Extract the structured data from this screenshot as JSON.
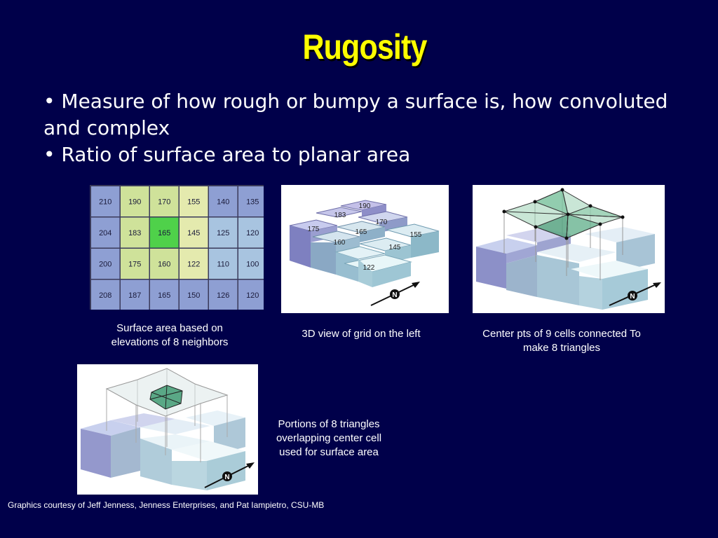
{
  "title": "Rugosity",
  "bullets": [
    "• Measure of how rough or bumpy a surface is, how convoluted and complex",
    "• Ratio of surface area to planar area"
  ],
  "grid": {
    "rows": [
      [
        "210",
        "190",
        "170",
        "155",
        "140",
        "135"
      ],
      [
        "204",
        "183",
        "165",
        "145",
        "125",
        "120"
      ],
      [
        "200",
        "175",
        "160",
        "122",
        "110",
        "100"
      ],
      [
        "208",
        "187",
        "165",
        "150",
        "126",
        "120"
      ]
    ],
    "colors": {
      "blue": "#8e9fd3",
      "lightblue": "#a8c4e0",
      "yellowgreen": "#cfe29a",
      "paleyellow": "#e4eaae",
      "green": "#4fd14a"
    }
  },
  "view3d": {
    "labels": [
      "190",
      "183",
      "170",
      "175",
      "165",
      "155",
      "160",
      "145",
      "122"
    ],
    "north": "N"
  },
  "triangles_view": {
    "north": "N"
  },
  "overlap_view": {
    "north": "N"
  },
  "captions": {
    "grid": "Surface area based on elevations of 8 neighbors",
    "view3d": "3D view of grid on the left",
    "triangles": "Center pts of 9 cells connected To make 8 triangles",
    "overlap": "Portions of 8 triangles overlapping center cell used for surface area"
  },
  "credit": "Graphics courtesy of Jeff Jenness, Jenness Enterprises, and Pat Iampietro, CSU-MB"
}
